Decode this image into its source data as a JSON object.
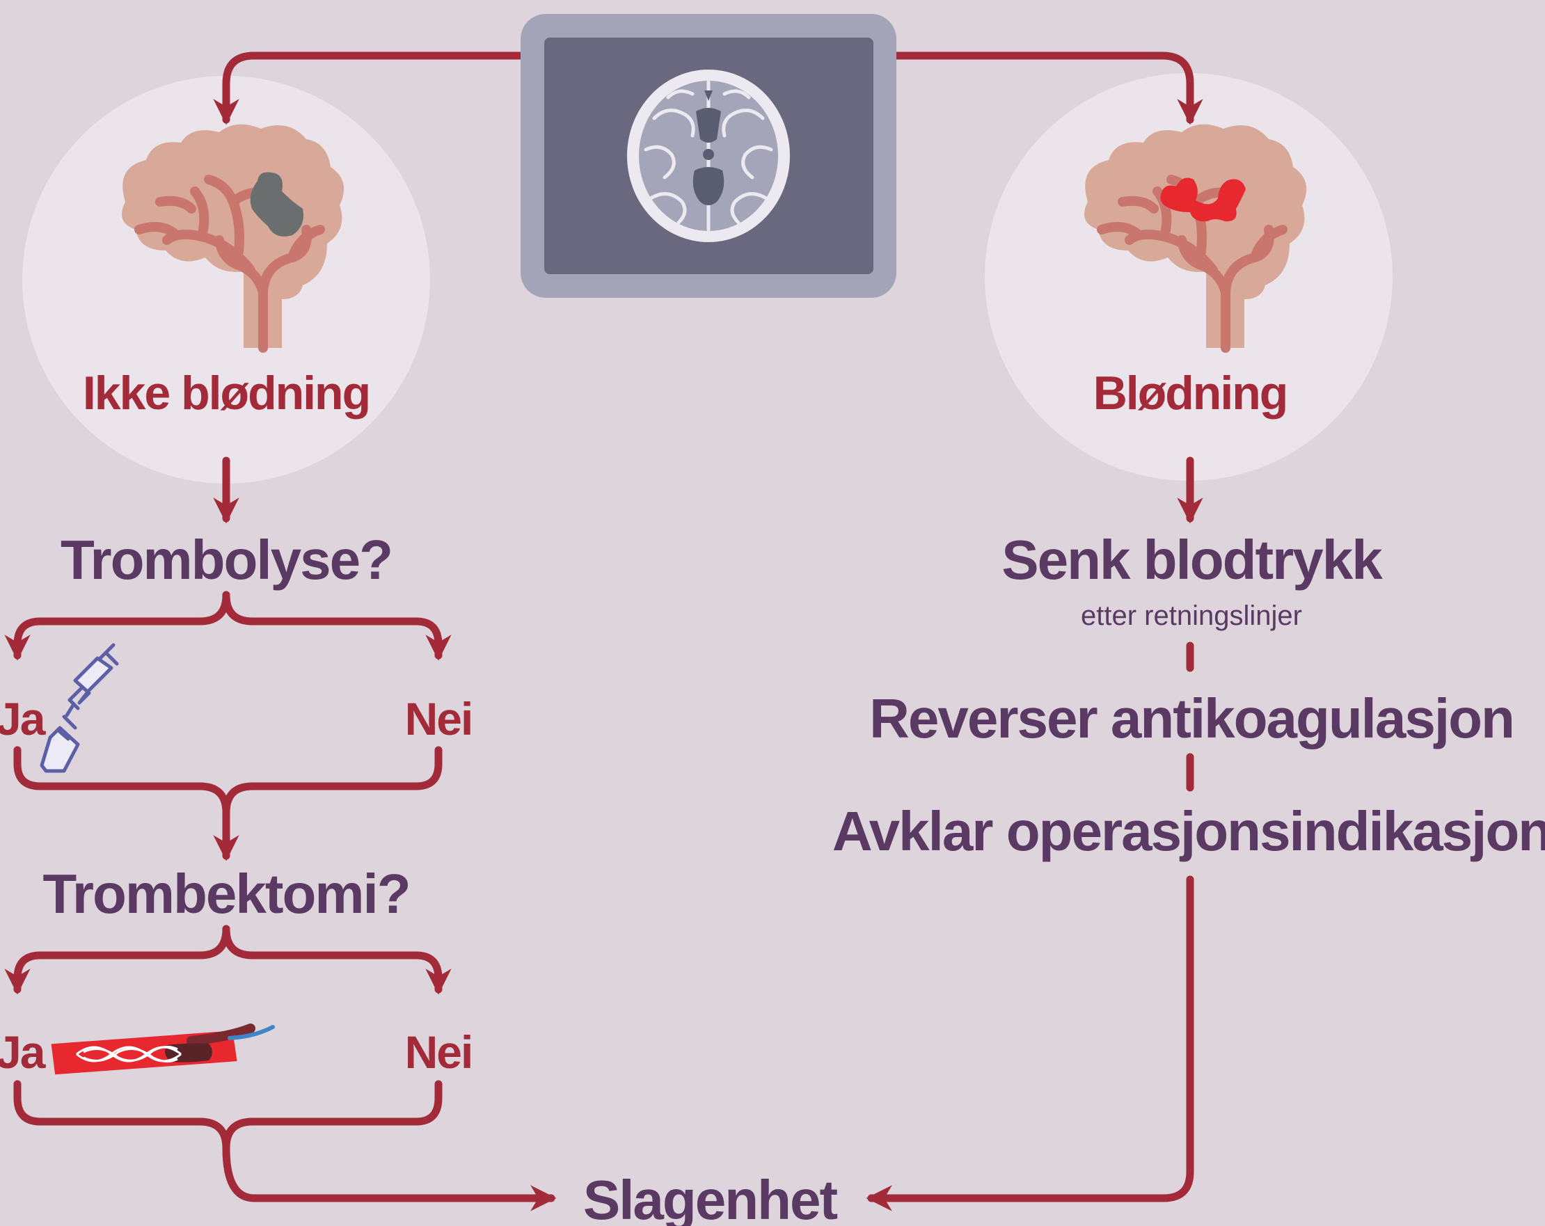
{
  "labels": {
    "no_bleed": "Ikke blødning",
    "bleed": "Blødning",
    "thrombolysis": "Trombolyse?",
    "yes_1": "Ja",
    "no_1": "Nei",
    "thrombectomy": "Trombektomi?",
    "yes_2": "Ja",
    "no_2": "Nei",
    "lower_bp": "Senk blodtrykk",
    "per_guidelines": "etter retningslinjer",
    "reverse_anticoag": "Reverser antikoagulasjon",
    "surgery_indication": "Avklar operasjonsindikasjon",
    "stroke_unit": "Slagenhet"
  },
  "colors": {
    "background": "#ddd4dc",
    "arrow": "#a32a38",
    "text_purple": "#5a3a63",
    "text_red": "#a32a38",
    "circle": "#ebe4ea",
    "monitor_frame": "#a4a4b8",
    "monitor_screen": "#6a687f",
    "brain": "#d8a898",
    "vessel": "#c9766f",
    "clot": "#6b6e6e",
    "bleed": "#e8282f"
  },
  "icons": [
    "ct-scan-monitor-icon",
    "brain-clot-icon",
    "brain-bleed-icon",
    "syringe-vial-icon",
    "stent-retriever-icon"
  ]
}
